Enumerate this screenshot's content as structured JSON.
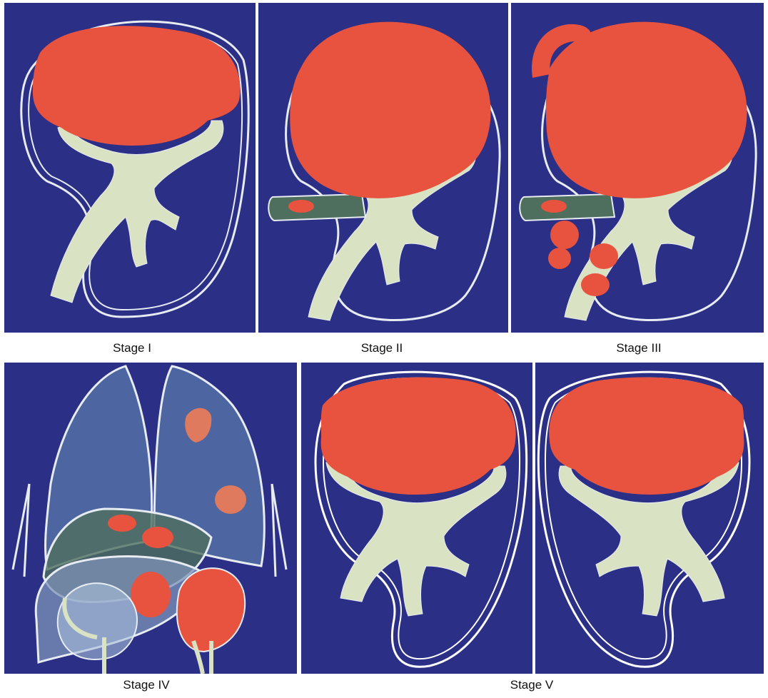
{
  "figure": {
    "captions": {
      "stage_1": "Stage I",
      "stage_2": "Stage II",
      "stage_3": "Stage III",
      "stage_4": "Stage IV",
      "stage_5": "Stage V"
    },
    "colors": {
      "background": "#2b2f86",
      "tumor": "#e8533f",
      "kidney_structure": "#d9e2c2",
      "renal_vein_thrombus": "#4f6f5e",
      "lung": "#5a78a8",
      "outline": "#e6ecf2"
    }
  }
}
